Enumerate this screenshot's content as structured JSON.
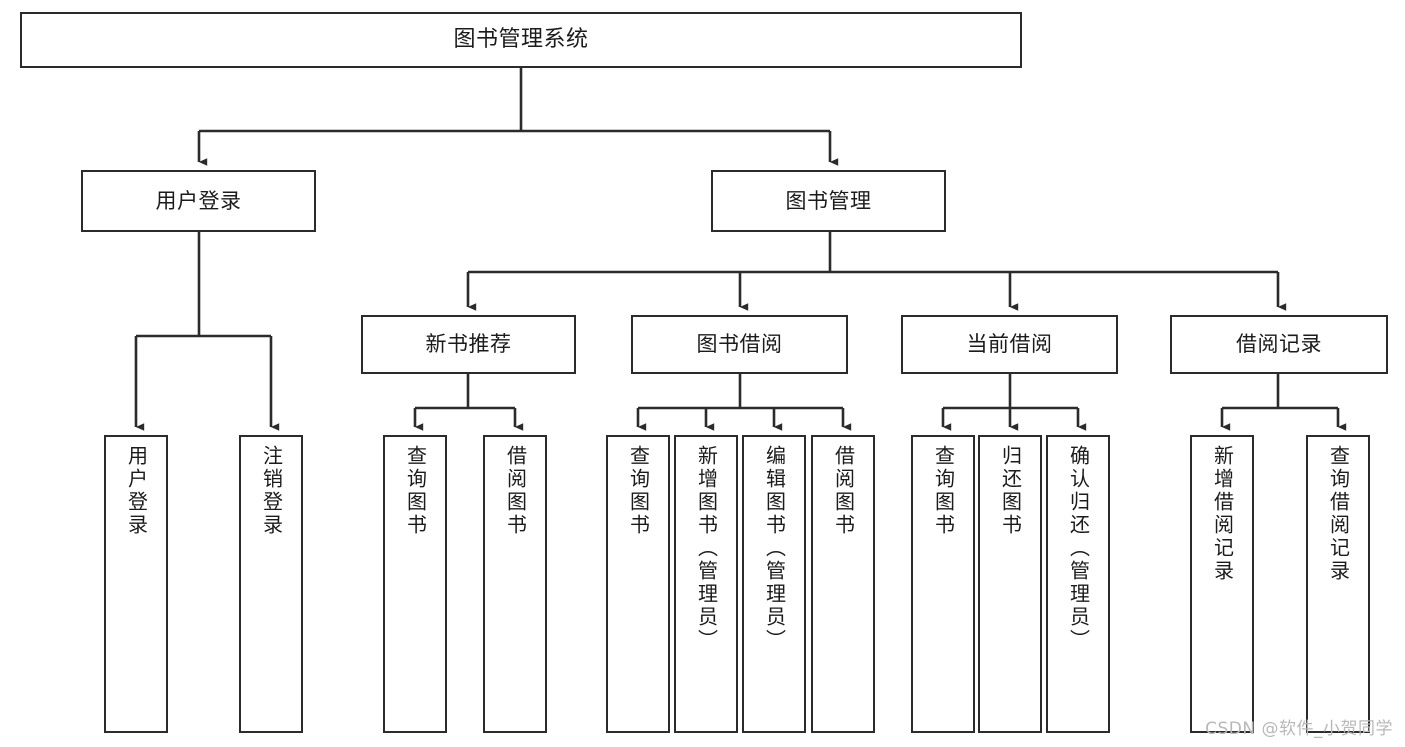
{
  "diagram": {
    "title": "图书管理系统",
    "type": "tree-hierarchy-chart",
    "root": {
      "id": "root",
      "label": "图书管理系统"
    },
    "level2": [
      {
        "id": "user-login",
        "label": "用户登录"
      },
      {
        "id": "book-manage",
        "label": "图书管理"
      }
    ],
    "level3": [
      {
        "id": "new-book-rec",
        "label": "新书推荐"
      },
      {
        "id": "book-borrow",
        "label": "图书借阅"
      },
      {
        "id": "current-borrow",
        "label": "当前借阅"
      },
      {
        "id": "borrow-record",
        "label": "借阅记录"
      }
    ],
    "leaves": {
      "user_login": [
        {
          "id": "leaf-user-login",
          "label": "用户登录"
        },
        {
          "id": "leaf-logout-login",
          "label": "注销登录"
        }
      ],
      "new_book_rec": [
        {
          "id": "leaf-query-book-1",
          "label": "查询图书"
        },
        {
          "id": "leaf-borrow-book-1",
          "label": "借阅图书"
        }
      ],
      "book_borrow": [
        {
          "id": "leaf-query-book-2",
          "label": "查询图书"
        },
        {
          "id": "leaf-add-book",
          "label": "新增图书（管理员）"
        },
        {
          "id": "leaf-edit-book",
          "label": "编辑图书（管理员）"
        },
        {
          "id": "leaf-borrow-book-2",
          "label": "借阅图书"
        }
      ],
      "current_borrow": [
        {
          "id": "leaf-query-book-3",
          "label": "查询图书"
        },
        {
          "id": "leaf-return-book",
          "label": "归还图书"
        },
        {
          "id": "leaf-confirm-return",
          "label": "确认归还（管理员）"
        }
      ],
      "borrow_record": [
        {
          "id": "leaf-add-record",
          "label": "新增借阅记录"
        },
        {
          "id": "leaf-query-record",
          "label": "查询借阅记录"
        }
      ]
    },
    "colors": {
      "stroke": "#2b2b2b",
      "fill": "#ffffff",
      "text": "#1b1b1b",
      "watermark": "#b8b8b8"
    }
  },
  "watermark": {
    "text": "CSDN @软件_小贺同学"
  }
}
